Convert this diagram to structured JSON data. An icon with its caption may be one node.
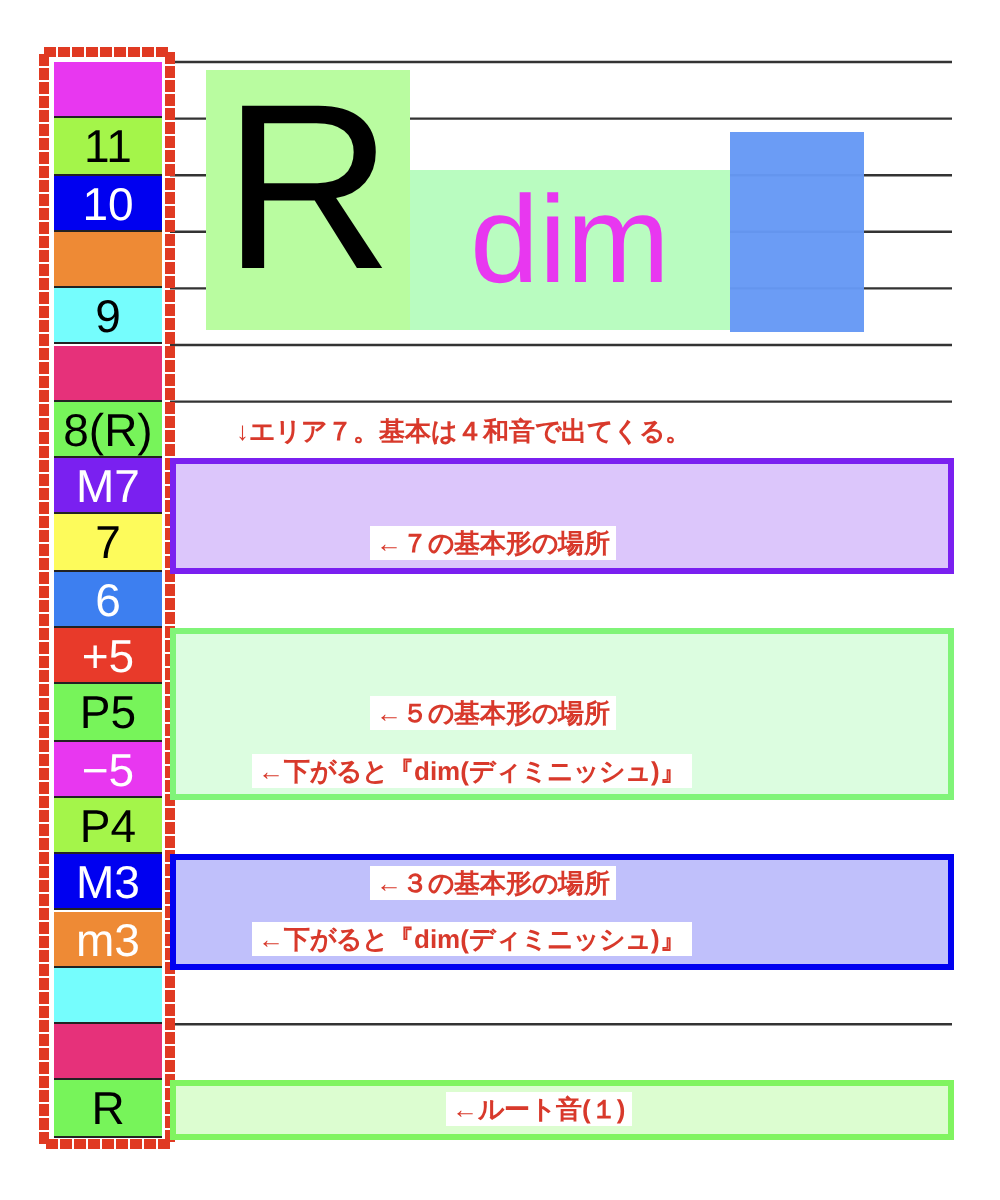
{
  "diagram": {
    "nodes": [
      {
        "text": [],
        "shape": "box"
      },
      {
        "text": [
          "11"
        ]
      },
      {
        "text": [
          "10"
        ]
      },
      {
        "text": [],
        "shape": "box"
      },
      {
        "text": [
          "9"
        ]
      },
      {
        "text": [],
        "shape": "box"
      },
      {
        "text": [
          "8(R)"
        ]
      },
      {
        "text": [
          "M7"
        ]
      },
      {
        "text": [
          "7"
        ]
      },
      {
        "text": [
          "6"
        ]
      },
      {
        "text": [
          "+5"
        ]
      },
      {
        "text": [
          "P5"
        ]
      },
      {
        "text": [
          "−5"
        ]
      },
      {
        "text": [
          "P4"
        ]
      },
      {
        "text": [
          "M3"
        ]
      },
      {
        "text": [
          "m3"
        ]
      },
      {
        "text": [],
        "shape": "box"
      },
      {
        "text": [],
        "shape": "box"
      },
      {
        "text": [
          "R"
        ]
      },
      {
        "text": [
          "R"
        ]
      },
      {
        "text": [
          "dim"
        ]
      },
      {
        "text": [],
        "shape": "box"
      },
      {
        "text": [
          "←７の基本形の場所"
        ]
      },
      {
        "text": [
          "←５の基本形の場所",
          "←下がると『dim(ディミニッシュ)』"
        ]
      },
      {
        "text": [
          "←３の基本形の場所",
          "←下がると『dim(ディミニッシュ)』"
        ]
      },
      {
        "text": [
          "←ルート音(１)"
        ]
      }
    ],
    "labels": [
      "↓エリア７。基本は４和音で出てくる。"
    ]
  }
}
